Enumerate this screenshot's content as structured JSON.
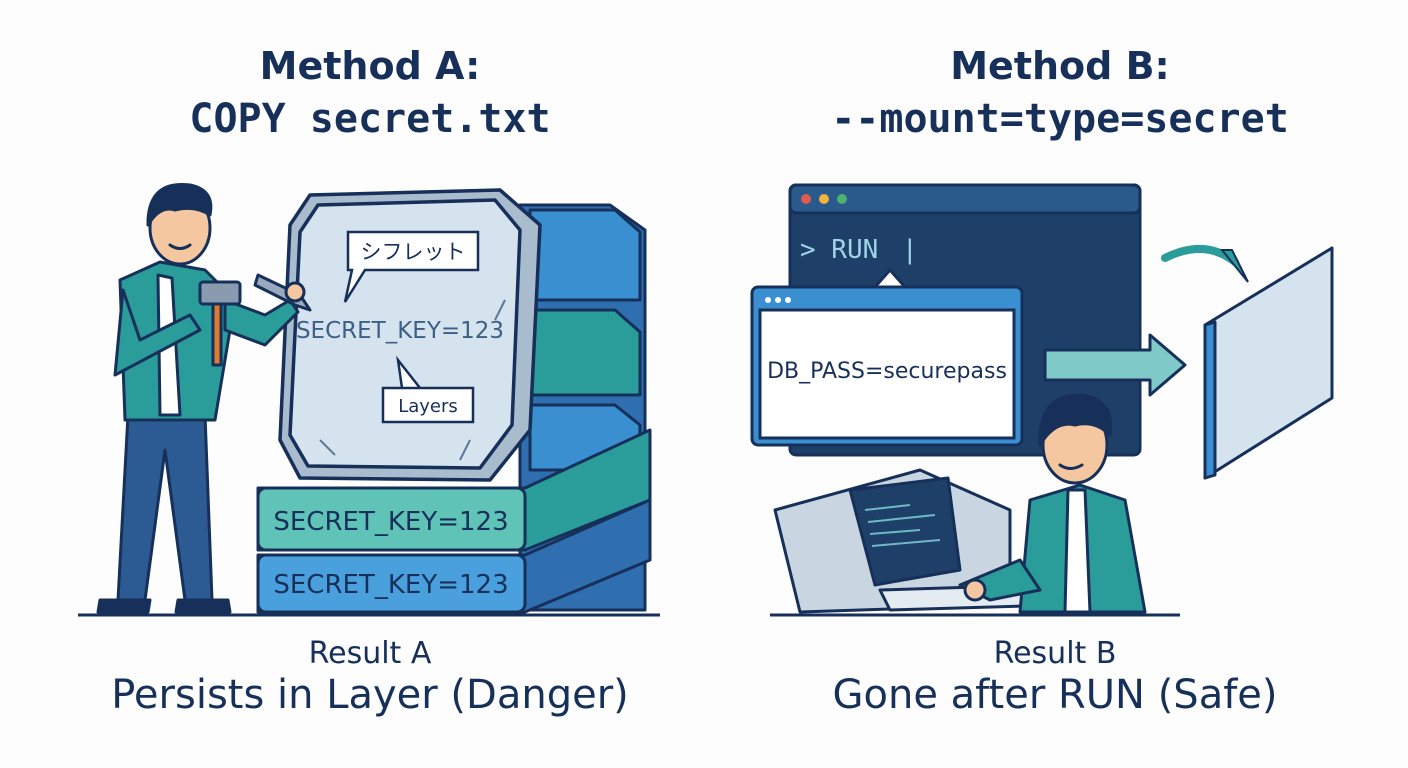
{
  "method_a": {
    "title": "Method A:",
    "command": "COPY secret.txt",
    "bubble_jp": "シフレット",
    "slab_text": "SECRET_KEY=123",
    "layers_label": "Layers",
    "layer_texts": [
      "SECRET_KEY=123",
      "SECRET_KEY=123"
    ],
    "result_label": "Result A",
    "result_text": "Persists in Layer (Danger)"
  },
  "method_b": {
    "title": "Method B:",
    "command": "--mount=type=secret",
    "terminal_prompt": "> RUN",
    "terminal_cursor": "|",
    "popup_text": "DB_PASS=securepass",
    "result_label": "Result B",
    "result_text": "Gone after RUN (Safe)"
  },
  "colors": {
    "navy": "#17305a",
    "teal": "#2a9d9a",
    "blue": "#3a8fd0",
    "dark_terminal": "#1e3f68",
    "stone": "#d5e3ee"
  }
}
